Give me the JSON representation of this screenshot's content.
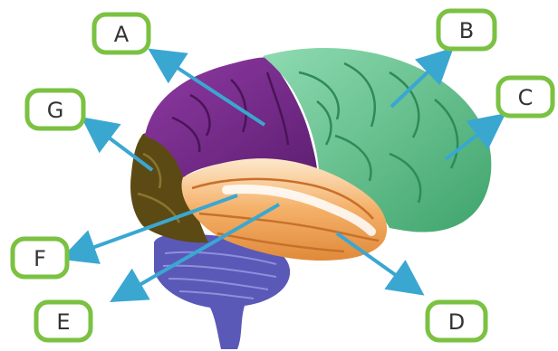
{
  "colors": {
    "label_border": "#7bc142",
    "arrow": "#3aa7d1",
    "frontal": "#6fc79a",
    "parietal": "#7a2b8c",
    "occipital": "#5c4a14",
    "temporal": "#f2a65a",
    "cerebellum": "#5a59b8"
  },
  "labels": [
    {
      "id": "A",
      "text": "A"
    },
    {
      "id": "B",
      "text": "B"
    },
    {
      "id": "C",
      "text": "C"
    },
    {
      "id": "D",
      "text": "D"
    },
    {
      "id": "E",
      "text": "E"
    },
    {
      "id": "F",
      "text": "F"
    },
    {
      "id": "G",
      "text": "G"
    }
  ]
}
